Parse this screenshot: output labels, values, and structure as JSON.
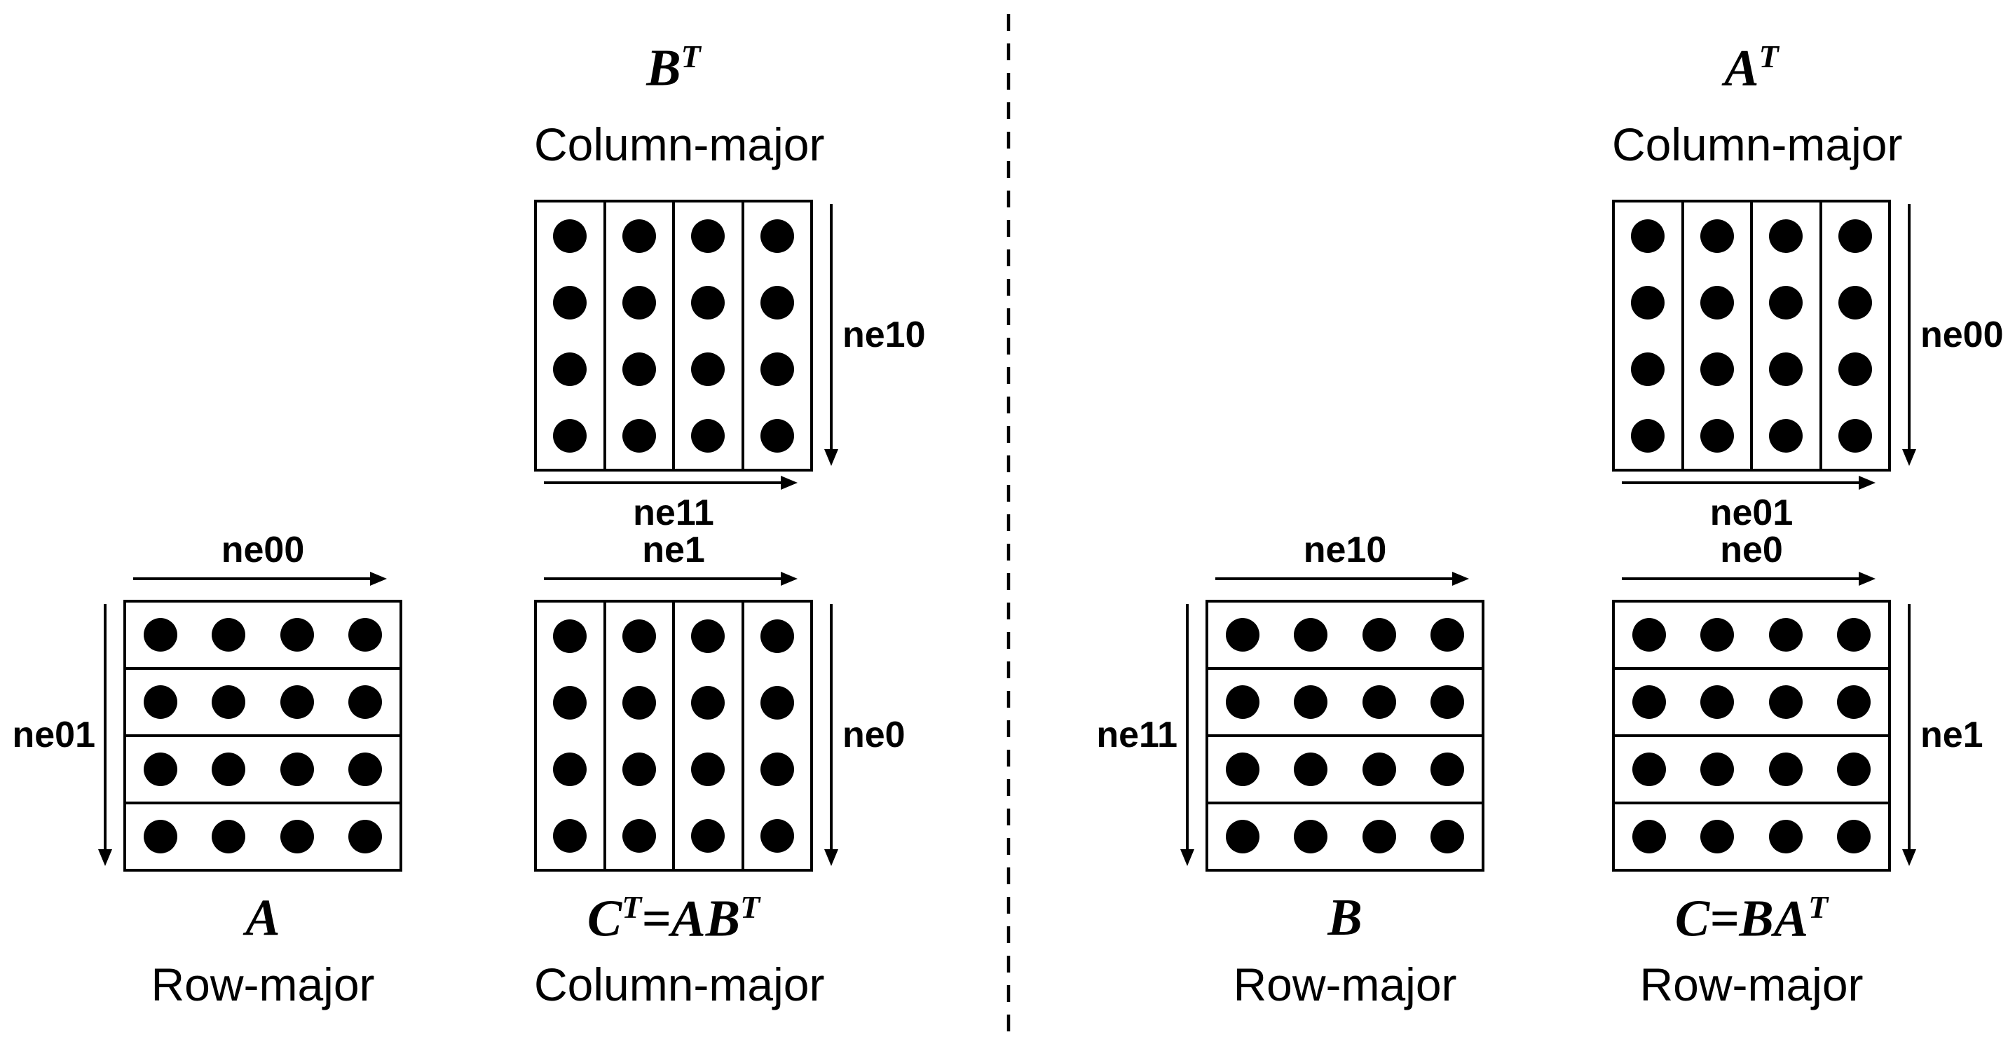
{
  "figure": {
    "background_color": "#ffffff",
    "ink_color": "#000000",
    "grid": {
      "rows": 4,
      "cols": 4
    },
    "separator": "vertical-dashed-divider"
  },
  "left_panel": {
    "b_transpose": {
      "symbol": "B^T",
      "storage": "Column-major",
      "orientation": "column",
      "right_dim": "ne10",
      "bottom_dim": "ne11"
    },
    "a": {
      "symbol": "A",
      "storage": "Row-major",
      "orientation": "row",
      "top_dim": "ne00",
      "left_dim": "ne01"
    },
    "c_transpose": {
      "symbol": "C^T=AB^T",
      "storage": "Column-major",
      "orientation": "column",
      "top_dim": "ne1",
      "right_dim": "ne0"
    }
  },
  "right_panel": {
    "a_transpose": {
      "symbol": "A^T",
      "storage": "Column-major",
      "orientation": "column",
      "right_dim": "ne00",
      "bottom_dim": "ne01"
    },
    "b": {
      "symbol": "B",
      "storage": "Row-major",
      "orientation": "row",
      "top_dim": "ne10",
      "left_dim": "ne11"
    },
    "c": {
      "symbol": "C=BA^T",
      "storage": "Row-major",
      "orientation": "row",
      "top_dim": "ne0",
      "right_dim": "ne1"
    }
  }
}
